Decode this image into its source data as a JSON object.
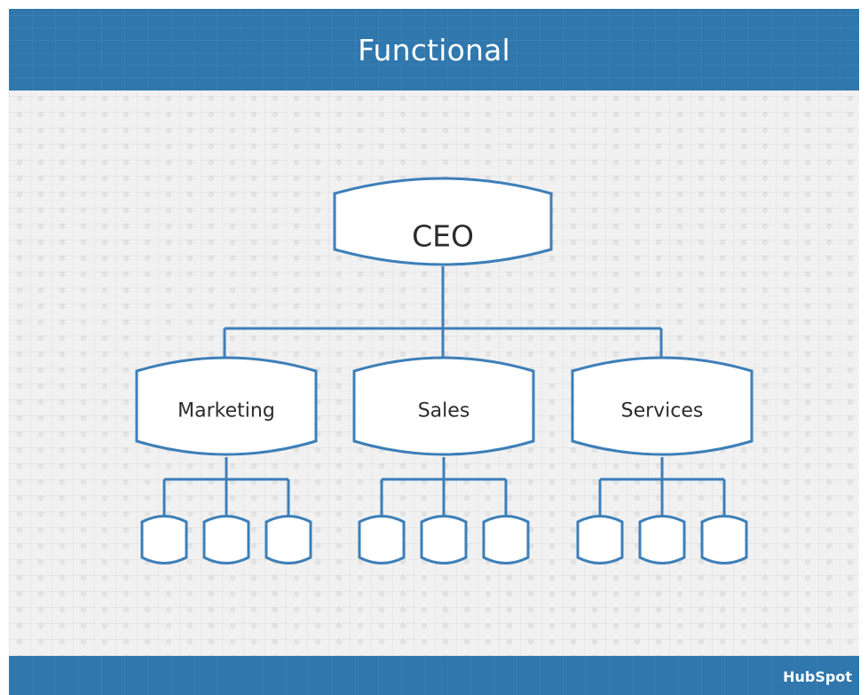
{
  "header": {
    "title": "Functional"
  },
  "org_chart": {
    "root": "CEO",
    "departments": [
      {
        "label": "Marketing",
        "sub_units": 3
      },
      {
        "label": "Sales",
        "sub_units": 3
      },
      {
        "label": "Services",
        "sub_units": 3
      }
    ]
  },
  "footer": {
    "logo_text": "HubSpot"
  },
  "colors": {
    "band": "#2f77ad",
    "outline": "#3d7fb8",
    "background": "#f1f1f1"
  }
}
